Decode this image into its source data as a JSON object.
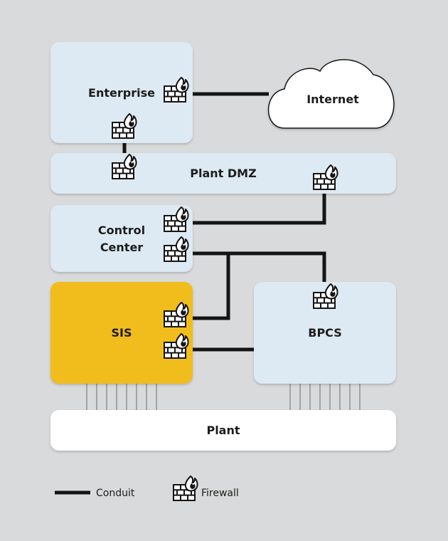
{
  "colors": {
    "background": "#d9dadb",
    "zone_fill": "#dde9f3",
    "sis_fill": "#f1bd1f",
    "plant_fill": "#ffffff",
    "conduit": "#141414"
  },
  "zones": {
    "enterprise": "Enterprise",
    "internet": "Internet",
    "plant_dmz": "Plant DMZ",
    "control_center_line1": "Control",
    "control_center_line2": "Center",
    "sis": "SIS",
    "bpcs": "BPCS",
    "plant": "Plant"
  },
  "legend": {
    "conduit": "Conduit",
    "firewall": "Firewall",
    "firewall_icon": "firewall-icon"
  }
}
